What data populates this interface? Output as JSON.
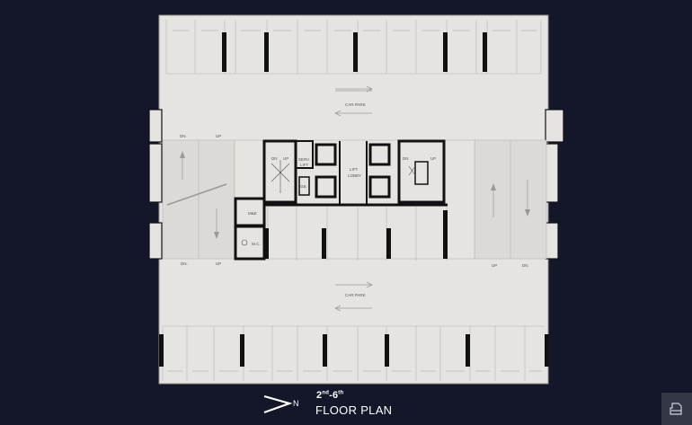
{
  "labels": {
    "car_park_top": "CAR PARK",
    "car_park_bottom": "CAR PARK",
    "dn": "DN.",
    "up": "UP",
    "dn_stair": "DN",
    "up_stair": "UP",
    "serv_lift_1": "SERV.",
    "serv_lift_2": "LIFT",
    "lift_lobby_1": "LIFT",
    "lift_lobby_2": "LOBBY",
    "gb": "GB.",
    "me": "M&E",
    "wc": "W.C."
  },
  "caption": {
    "north": "N",
    "floor_from": "2",
    "floor_from_sup": "nd",
    "floor_dash": "-",
    "floor_to": "6",
    "floor_to_sup": "th",
    "title": "FLOOR PLAN"
  },
  "icons": {
    "north_arrow": "north-arrow-icon",
    "corner_button": "print-icon"
  },
  "colors": {
    "background": "#141629",
    "floor": "#e6e4e1",
    "wall": "#111111",
    "line": "#b8b6b2",
    "button": "#343846"
  }
}
